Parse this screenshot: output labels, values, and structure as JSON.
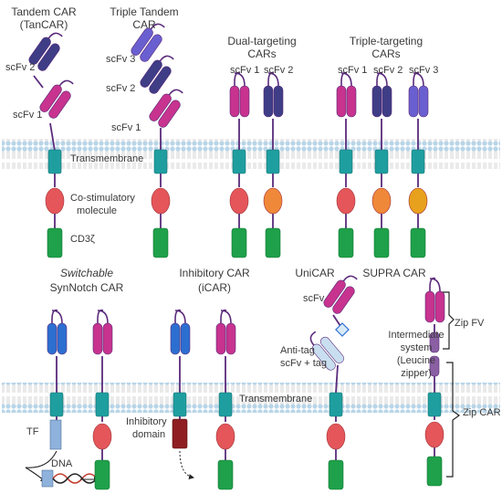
{
  "colors": {
    "membrane_head": "#b8d5e8",
    "membrane_tail": "#c9c9c9",
    "transmembrane": "#1f9ea0",
    "costim": "#e4565a",
    "costim_orange": "#f0883a",
    "costim_yellow": "#e8a11c",
    "cd3z": "#1fa04a",
    "scfv_magenta": "#c7338e",
    "scfv_navy": "#3e3d86",
    "scfv_purple": "#6a5fd0",
    "scfv_blue": "#2c6fd1",
    "linker": "#5a2a7a",
    "tf": "#8fb2dc",
    "inhibitory": "#8e1e22"
  },
  "top": {
    "tandem": {
      "title_1": "Tandem CAR",
      "title_2": "(TanCAR)",
      "scfv1": "scFv 1",
      "scfv2": "scFv 2"
    },
    "triple_tandem": {
      "title_1": "Triple Tandem",
      "title_2": "CAR",
      "scfv1": "scFv 1",
      "scfv2": "scFv 2",
      "scfv3": "scFv 3"
    },
    "dual": {
      "title_1": "Dual-targeting",
      "title_2": "CARs",
      "scfv1": "scFv 1",
      "scfv2": "scFv 2"
    },
    "triple_targeting": {
      "title_1": "Triple-targeting",
      "title_2": "CARs",
      "scfv1": "scFv 1",
      "scfv2": "scFv 2",
      "scfv3": "scFv 3"
    },
    "transmembrane": "Transmembrane",
    "costim_1": "Co-stimulatory",
    "costim_2": "molecule",
    "cd3z": "CD3ζ"
  },
  "bottom": {
    "synnotch": {
      "title_1": "Switchable",
      "title_2": "SynNotch CAR",
      "tf": "TF",
      "dna": "DNA"
    },
    "icar": {
      "title_1": "Inhibitory CAR",
      "title_2": "(iCAR)",
      "domain_1": "Inhibitory",
      "domain_2": "domain"
    },
    "unicar": {
      "title": "UniCAR",
      "scfv": "scFv",
      "antitag_1": "Anti-tag",
      "antitag_2": "scFv + tag"
    },
    "supra": {
      "title": "SUPRA CAR",
      "inter_1": "Intermediate",
      "inter_2": "system",
      "inter_3": "(Leucine",
      "inter_4": "zipper)",
      "zipfv": "Zip FV",
      "zipcar": "Zip CAR"
    },
    "transmembrane": "Transmembrane"
  },
  "icons": {
    "membrane": "lipid-bilayer",
    "scfv": "scfv-hairpin",
    "dna": "dna-helix"
  }
}
